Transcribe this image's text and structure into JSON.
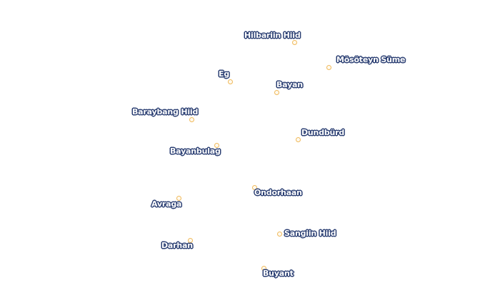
{
  "map": {
    "places": [
      {
        "name": "Hilbariin Hiid"
      },
      {
        "name": "Mösöteyn Süme"
      },
      {
        "name": "Eg"
      },
      {
        "name": "Bayan"
      },
      {
        "name": "Baraybang Hiid"
      },
      {
        "name": "Dundbürd"
      },
      {
        "name": "Bayanbulag"
      },
      {
        "name": "Ondorhaan"
      },
      {
        "name": "Avraga"
      },
      {
        "name": "Sangiin Hiid"
      },
      {
        "name": "Darhan"
      },
      {
        "name": "Buyant"
      }
    ],
    "colors": {
      "background": "#ffffff",
      "marker_stroke": "#f0b95a",
      "label_fill": "#ffffff",
      "label_halo": "#2b3f73"
    }
  }
}
